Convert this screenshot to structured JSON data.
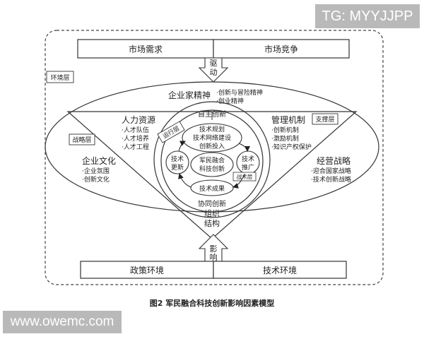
{
  "watermarks": {
    "top_right": "TG: MYYJJPP",
    "bottom_left": "www.owemc.com"
  },
  "top_boxes": {
    "left": "市场需求",
    "right": "市场竞争"
  },
  "top_arrow_label": [
    "驱",
    "动"
  ],
  "bottom_boxes": {
    "left": "政策环境",
    "right": "技术环境"
  },
  "bottom_arrow_label": [
    "影",
    "响"
  ],
  "layer_tags": {
    "environment": "环境层",
    "strategy": "战略层",
    "support": "支撑层",
    "operation": "运行层"
  },
  "entrepreneurship": {
    "title": "企业家精神",
    "items": [
      "·创新与冒险精神",
      "·创业精神"
    ]
  },
  "human_resources": {
    "title": "人力资源",
    "items": [
      "·人才队伍",
      "·人才培养",
      "·人才工程"
    ]
  },
  "management": {
    "title": "管理机制",
    "items": [
      "·创新机制",
      "·激励机制",
      "·知识产权保护"
    ]
  },
  "culture": {
    "title": "企业文化",
    "items": [
      "·企业氛围",
      "·创新文化"
    ]
  },
  "strategy": {
    "title": "经营战略",
    "items": [
      "·迎合国家战略",
      "·技术创新战略"
    ]
  },
  "organization": {
    "lines": [
      "组织",
      "结构"
    ]
  },
  "core": {
    "top_label": "自主创新",
    "bottom_label": "协同创新",
    "planning": [
      "技术规划",
      "技术网络建设",
      "创新投入"
    ],
    "center": [
      "军民融合",
      "科技创新"
    ],
    "update": [
      "技术",
      "更新"
    ],
    "promotion": [
      "技术",
      "推广"
    ],
    "results": "技术成果",
    "tactic": "战术层"
  },
  "caption": "图2  军民融合科技创新影响因素模型"
}
